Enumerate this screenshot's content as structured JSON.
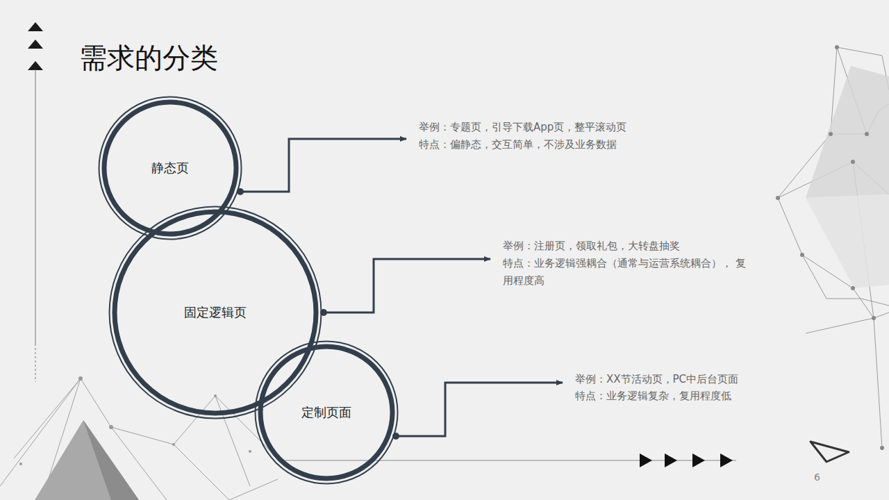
{
  "diagram": {
    "title": "需求的分类",
    "nodes": [
      {
        "text": [
          "静态页"
        ]
      },
      {
        "text": [
          "固定逻辑页"
        ]
      },
      {
        "text": [
          "定制页面"
        ]
      }
    ],
    "labels": [
      "举例：专题页，引导下载App页，整平滚动页",
      "特点：偏静态，交互简单，不涉及业务数据",
      "举例：注册页，领取礼包，大转盘抽奖",
      "特点：业务逻辑强耦合（通常与运营系统耦合）， 复用程度高",
      "举例：XX节活动页，PC中后台页面",
      "特点：业务逻辑复杂，复用程度低",
      "6"
    ]
  }
}
